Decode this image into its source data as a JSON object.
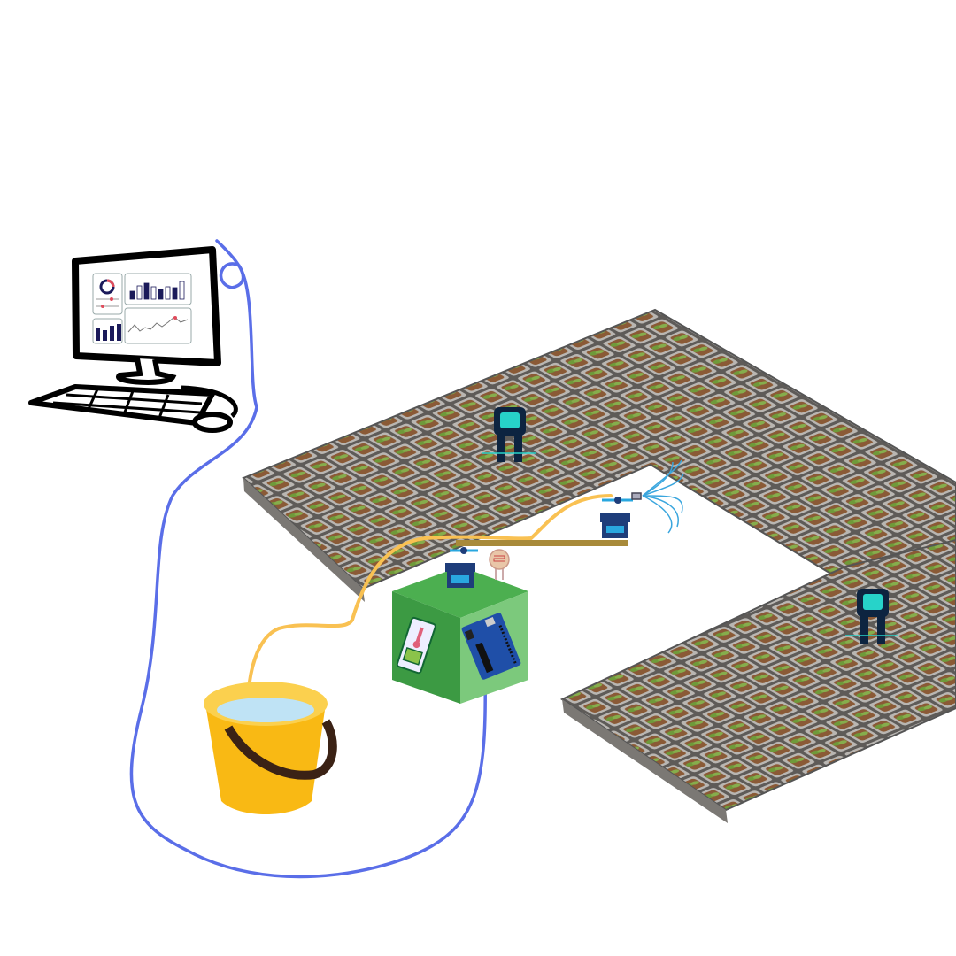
{
  "scene": {
    "components": [
      "computer-monitor",
      "keyboard",
      "mouse",
      "water-bucket",
      "controller-box",
      "arduino-board",
      "temperature-sensor",
      "servo-motor",
      "light-sensor",
      "soil-moisture-sensor",
      "sprinkler",
      "seedling-trays"
    ]
  },
  "colors": {
    "data_cable": "#5a6ee8",
    "water_pipe": "#f9c152",
    "box_green": "#3f9e45",
    "box_light": "#7cc97c",
    "bucket": "#f9b914",
    "arduino": "#1f4fa8",
    "sensor_navy": "#0d2440",
    "sensor_screen": "#27d3c9",
    "spray": "#3aa6de"
  }
}
